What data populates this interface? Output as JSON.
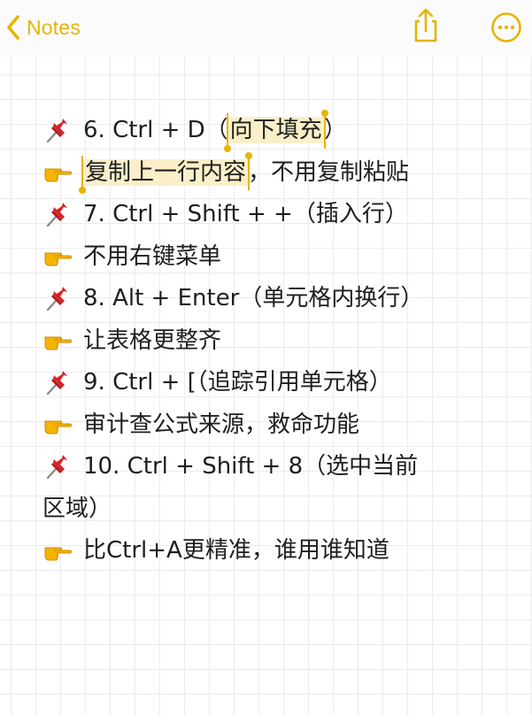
{
  "nav": {
    "back_label": "Notes",
    "accent_color": "#e6b400",
    "icons": [
      "chevron-left-icon",
      "share-icon",
      "more-icon"
    ]
  },
  "note": {
    "lines": [
      {
        "icon": "pushpin",
        "text_before": "6. Ctrl + D（",
        "highlight": "向下填充",
        "text_after": "）"
      },
      {
        "icon": "pointing-hand",
        "text_before": "",
        "highlight": "复制上一行内容",
        "text_after": "，不用复制粘贴"
      },
      {
        "icon": "pushpin",
        "text": "7. Ctrl + Shift + +（插入行）"
      },
      {
        "icon": "pointing-hand",
        "text": "不用右键菜单"
      },
      {
        "icon": "pushpin",
        "text": "8. Alt + Enter（单元格内换行）"
      },
      {
        "icon": "pointing-hand",
        "text": "让表格更整齐"
      },
      {
        "icon": "pushpin",
        "text": "9. Ctrl + [（追踪引用单元格）"
      },
      {
        "icon": "pointing-hand",
        "text": "审计查公式来源，救命功能"
      },
      {
        "icon": "pushpin",
        "text": "10. Ctrl + Shift + 8（选中当前"
      },
      {
        "icon": "none",
        "text": "区域）"
      },
      {
        "icon": "pointing-hand",
        "text": "比Ctrl+A更精准，谁用谁知道"
      }
    ]
  }
}
